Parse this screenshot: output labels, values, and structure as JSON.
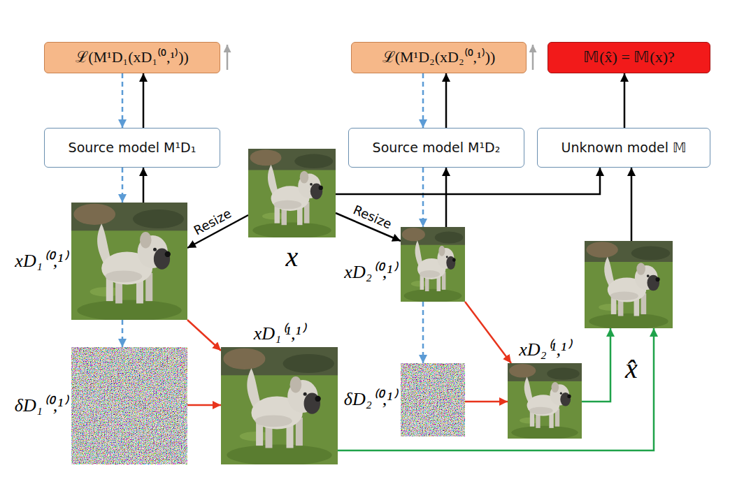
{
  "diagram": {
    "nodes": [
      {
        "text": [
          "ℒ(M¹D₁(xD₁⁽⁰,¹⁾))"
        ]
      },
      {
        "text": [
          "ℒ(M¹D₂(xD₂⁽⁰,¹⁾))"
        ]
      },
      {
        "text": [
          "𝕄(x̂) = 𝕄(x)?"
        ]
      },
      {
        "text": [
          "Source model M¹D₁"
        ]
      },
      {
        "text": [
          "Source model M¹D₂"
        ]
      },
      {
        "text": [
          "Unknown model 𝕄"
        ]
      },
      {
        "text": [
          "x"
        ]
      },
      {
        "text": [
          "xD₁⁽⁰,¹⁾"
        ]
      },
      {
        "text": [
          "xD₂⁽⁰,¹⁾"
        ]
      },
      {
        "text": [
          "x̂"
        ]
      },
      {
        "text": [
          "δD₁⁽⁰,¹⁾"
        ]
      },
      {
        "text": [
          "xD₁⁽¹,¹⁾"
        ]
      },
      {
        "text": [
          "δD₂⁽⁰,¹⁾"
        ]
      },
      {
        "text": [
          "xD₂⁽¹,¹⁾"
        ]
      }
    ],
    "edges": [
      {
        "from": 3,
        "to": 0,
        "arrow": "to"
      },
      {
        "from": 0,
        "to": 3,
        "arrow": "to"
      },
      {
        "from": 4,
        "to": 1,
        "arrow": "to"
      },
      {
        "from": 1,
        "to": 4,
        "arrow": "to"
      },
      {
        "from": 5,
        "to": 2,
        "arrow": "to"
      },
      {
        "from": 7,
        "to": 3,
        "arrow": "to"
      },
      {
        "from": 3,
        "to": 7,
        "arrow": "to"
      },
      {
        "from": 8,
        "to": 4,
        "arrow": "to"
      },
      {
        "from": 4,
        "to": 8,
        "arrow": "to"
      },
      {
        "from": 9,
        "to": 5,
        "arrow": "to"
      },
      {
        "from": 6,
        "to": 5,
        "arrow": "to"
      },
      {
        "from": 6,
        "to": 7,
        "label": "Resize",
        "arrow": "to"
      },
      {
        "from": 6,
        "to": 8,
        "label": "Resize",
        "arrow": "to"
      },
      {
        "from": 7,
        "to": 10,
        "arrow": "to"
      },
      {
        "from": 7,
        "to": 11,
        "arrow": "to"
      },
      {
        "from": 10,
        "to": 11,
        "arrow": "to"
      },
      {
        "from": 8,
        "to": 12,
        "arrow": "to"
      },
      {
        "from": 8,
        "to": 13,
        "arrow": "to"
      },
      {
        "from": 12,
        "to": 13,
        "arrow": "to"
      },
      {
        "from": 13,
        "to": 9,
        "arrow": "to"
      },
      {
        "from": 11,
        "to": 9,
        "arrow": "to"
      }
    ]
  }
}
